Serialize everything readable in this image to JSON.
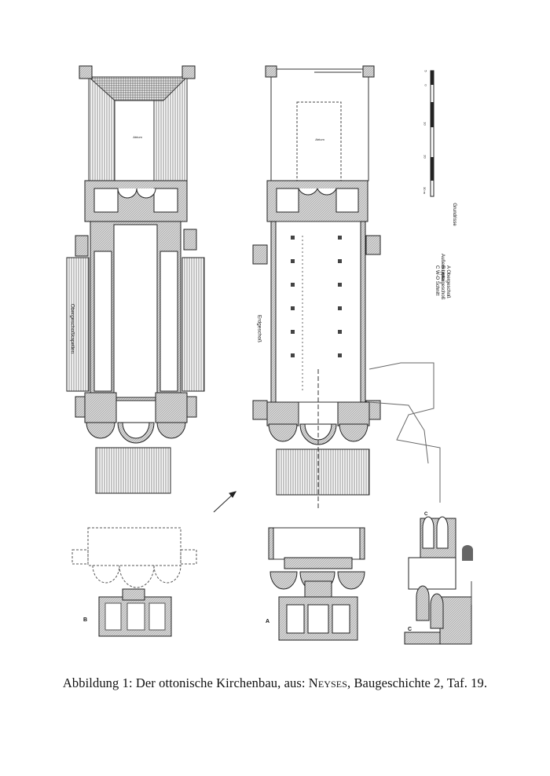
{
  "figure": {
    "plan_labels": {
      "upper_floor": "Obergeschoßkapellen",
      "ground_floor": "Erdgeschoß",
      "section_a": "A",
      "section_b": "B",
      "section_c": "C",
      "atrium": "Atrium"
    },
    "scale": {
      "ticks": [
        "5",
        "0",
        "10",
        "20",
        "30 m"
      ],
      "title": "Grundrisse"
    },
    "legend": {
      "title": "Außenkrypta:",
      "items": [
        "A  Obergeschoß",
        "B  Untergeschoß",
        "C  W-O Schnitt"
      ]
    }
  },
  "caption": {
    "prefix": "Abbildung 1: Der ottonische Kirchenbau, aus: ",
    "author": "Neyses",
    "suffix": ", Baugeschichte 2, Taf. 19."
  }
}
